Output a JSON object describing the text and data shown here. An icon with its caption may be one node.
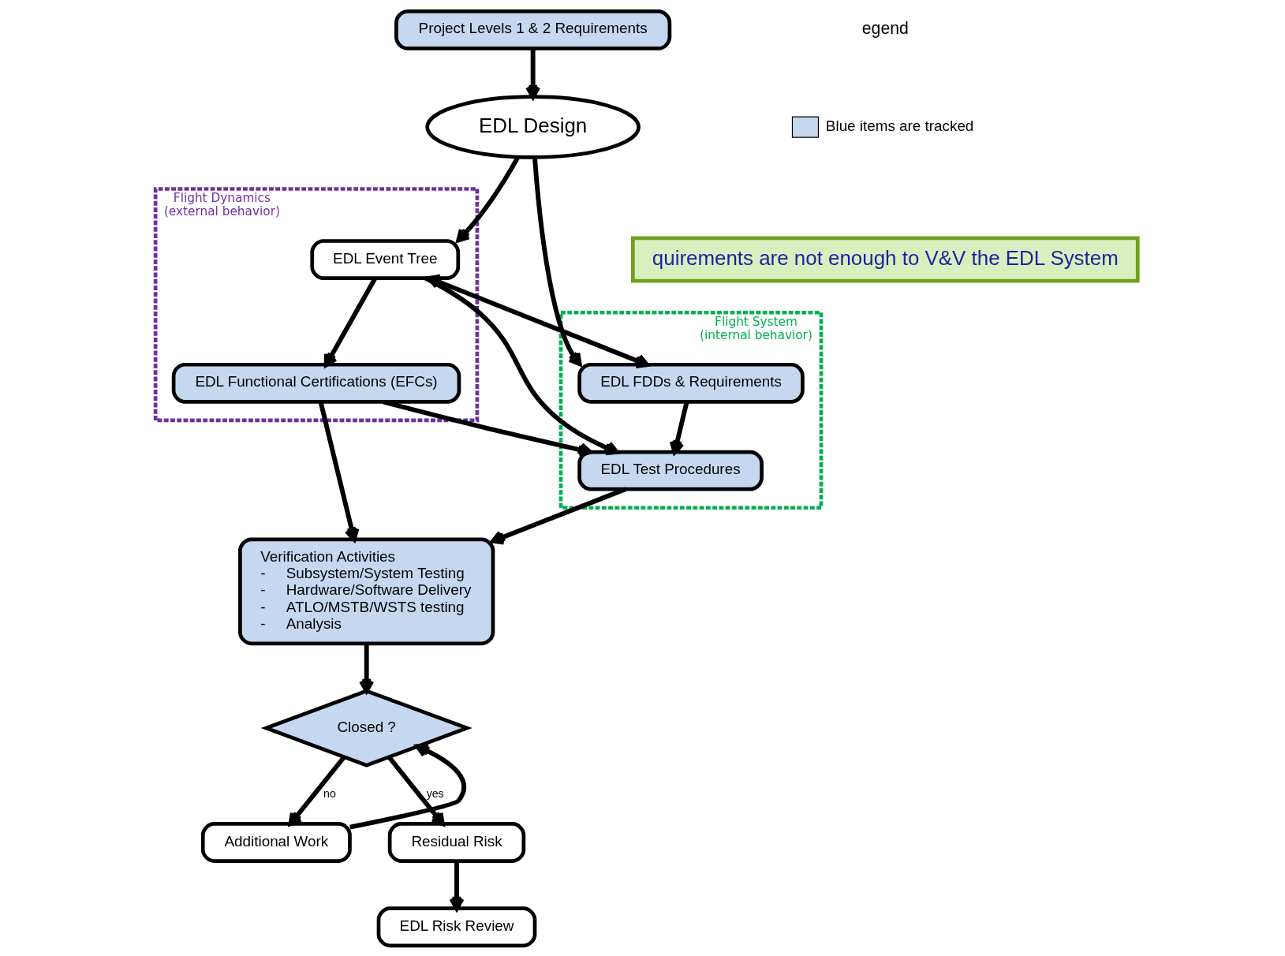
{
  "diagram": {
    "nodes": [
      {
        "text": [
          "Project Levels 1 & 2 Requirements"
        ]
      },
      {
        "text": [
          "EDL Design"
        ]
      },
      {
        "text": [
          "Flight Dynamics (external behavior)"
        ]
      },
      {
        "text": [
          "EDL Event Tree"
        ],
        "in": 2
      },
      {
        "text": [
          "EDL Functional Certifications (EFCs)"
        ],
        "in": 2
      },
      {
        "text": [
          "Flight System (internal behavior)"
        ]
      },
      {
        "text": [
          "EDL FDDs & Requirements"
        ],
        "in": 5
      },
      {
        "text": [
          "EDL Test Procedures"
        ],
        "in": 5
      },
      {
        "text": [
          "Verification Activities",
          "-     Subsystem/System Testing",
          "-     Hardware/Software Delivery",
          "-     ATLO/MSTB/WSTS testing",
          "-     Analysis"
        ]
      },
      {
        "text": [
          "Closed ?"
        ]
      },
      {
        "text": [
          "Residual Risk"
        ]
      },
      {
        "text": [
          "Additional Work"
        ]
      },
      {
        "text": [
          "EDL Risk Review"
        ]
      }
    ],
    "edges": [
      {
        "from": 0,
        "to": 1,
        "arrow": "to"
      },
      {
        "from": 1,
        "to": 3,
        "arrow": "to"
      },
      {
        "from": 1,
        "to": 6,
        "arrow": "to"
      },
      {
        "from": 3,
        "to": 6,
        "arrow": "both"
      },
      {
        "from": 3,
        "to": 4,
        "arrow": "to"
      },
      {
        "from": 3,
        "to": 7,
        "arrow": "to"
      },
      {
        "from": 6,
        "to": 7,
        "arrow": "to"
      },
      {
        "from": 4,
        "to": 7,
        "arrow": "to"
      },
      {
        "from": 4,
        "to": 8,
        "arrow": "to"
      },
      {
        "from": 7,
        "to": 8,
        "arrow": "to"
      },
      {
        "from": 8,
        "to": 9,
        "arrow": "to"
      },
      {
        "from": 9,
        "to": 10,
        "arrow": "to",
        "label": "yes"
      },
      {
        "from": 9,
        "to": 11,
        "arrow": "to",
        "label": "no"
      },
      {
        "from": 11,
        "to": 9,
        "arrow": "to"
      },
      {
        "from": 10,
        "to": 12,
        "arrow": "to"
      }
    ],
    "labels": [
      "egend",
      "quirements are not enough to V&V the EDL System"
    ],
    "legend": [
      {
        "text": "Blue items are tracked",
        "color": "#c5d8f0"
      }
    ]
  }
}
